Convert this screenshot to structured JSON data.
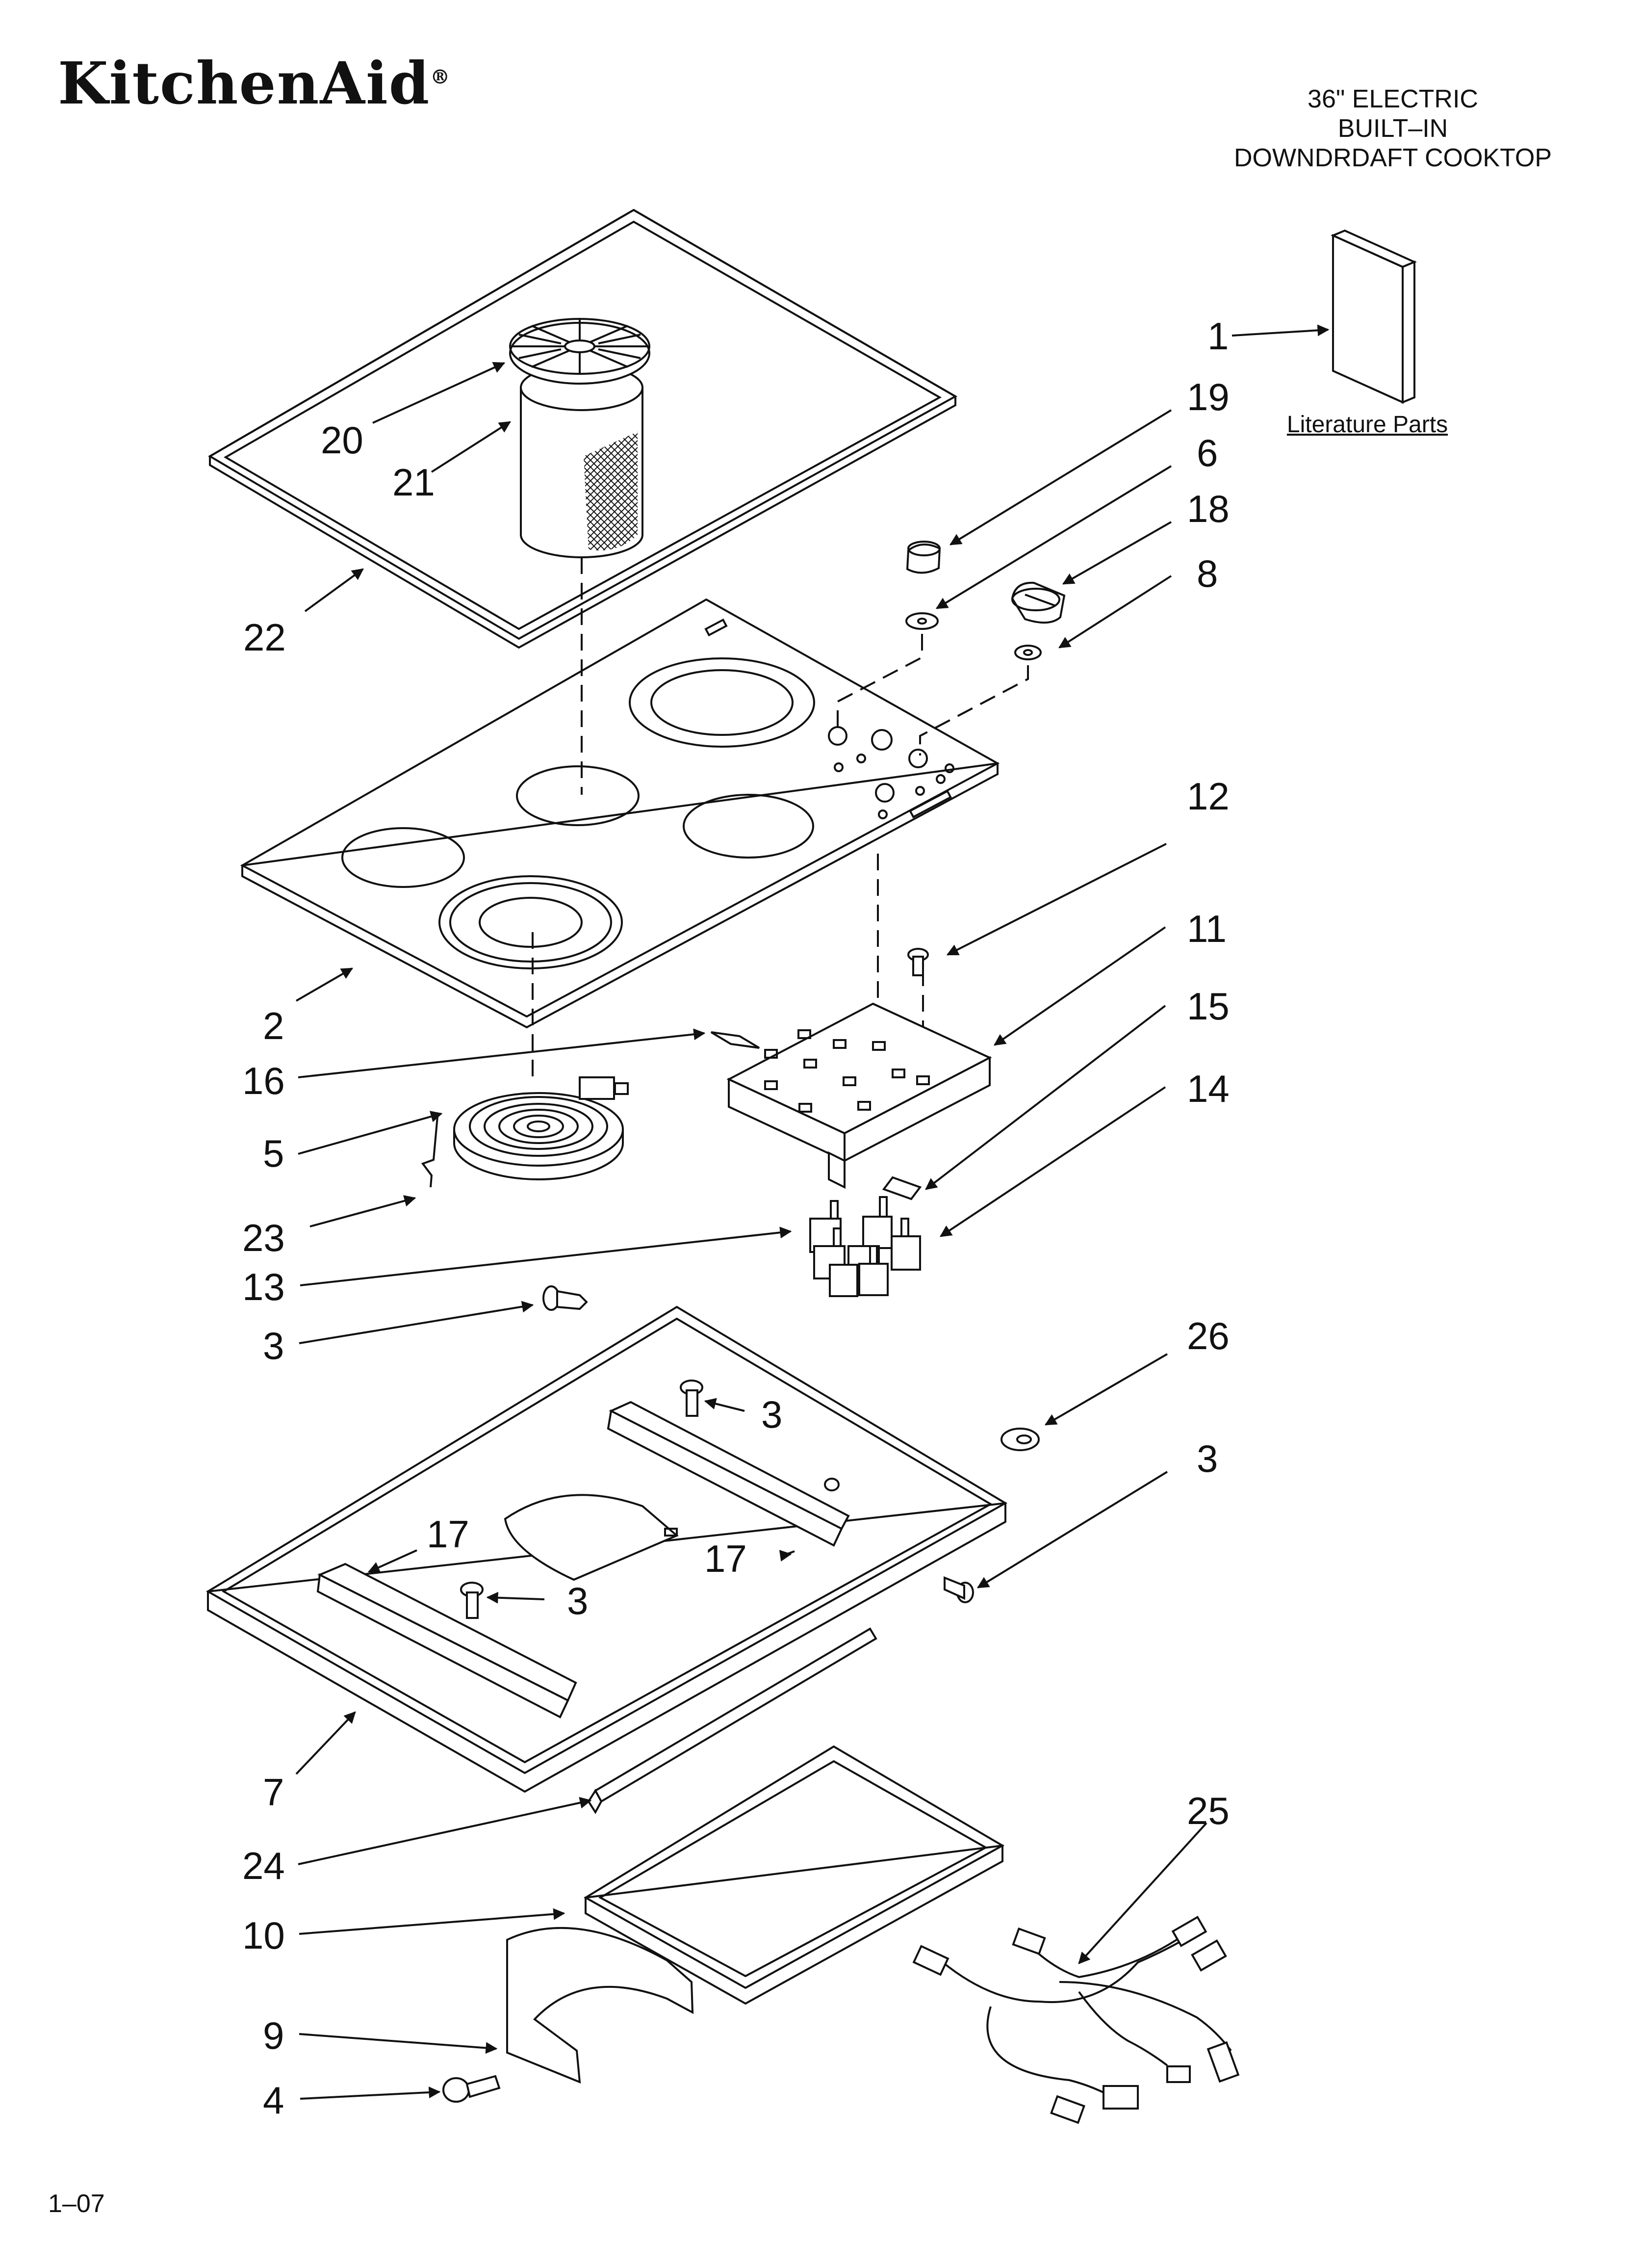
{
  "header": {
    "brand": "KitchenAid",
    "brand_mark": "®",
    "title_lines": [
      "36\" ELECTRIC",
      "BUILT–IN",
      "DOWNDRDAFT COOKTOP"
    ]
  },
  "literature_label": "Literature Parts",
  "footer_code": "1–07",
  "callouts": [
    {
      "id": "c1",
      "label": "1"
    },
    {
      "id": "c19",
      "label": "19"
    },
    {
      "id": "c6",
      "label": "6"
    },
    {
      "id": "c18",
      "label": "18"
    },
    {
      "id": "c8",
      "label": "8"
    },
    {
      "id": "c20",
      "label": "20"
    },
    {
      "id": "c21",
      "label": "21"
    },
    {
      "id": "c22",
      "label": "22"
    },
    {
      "id": "c12",
      "label": "12"
    },
    {
      "id": "c11",
      "label": "11"
    },
    {
      "id": "c15",
      "label": "15"
    },
    {
      "id": "c14",
      "label": "14"
    },
    {
      "id": "c2",
      "label": "2"
    },
    {
      "id": "c16",
      "label": "16"
    },
    {
      "id": "c5",
      "label": "5"
    },
    {
      "id": "c23",
      "label": "23"
    },
    {
      "id": "c13",
      "label": "13"
    },
    {
      "id": "c3a",
      "label": "3"
    },
    {
      "id": "c26",
      "label": "26"
    },
    {
      "id": "c3b",
      "label": "3"
    },
    {
      "id": "c3c",
      "label": "3"
    },
    {
      "id": "c17a",
      "label": "17"
    },
    {
      "id": "c17b",
      "label": "17"
    },
    {
      "id": "c3d",
      "label": "3"
    },
    {
      "id": "c7",
      "label": "7"
    },
    {
      "id": "c24",
      "label": "24"
    },
    {
      "id": "c25",
      "label": "25"
    },
    {
      "id": "c10",
      "label": "10"
    },
    {
      "id": "c9",
      "label": "9"
    },
    {
      "id": "c4",
      "label": "4"
    }
  ]
}
